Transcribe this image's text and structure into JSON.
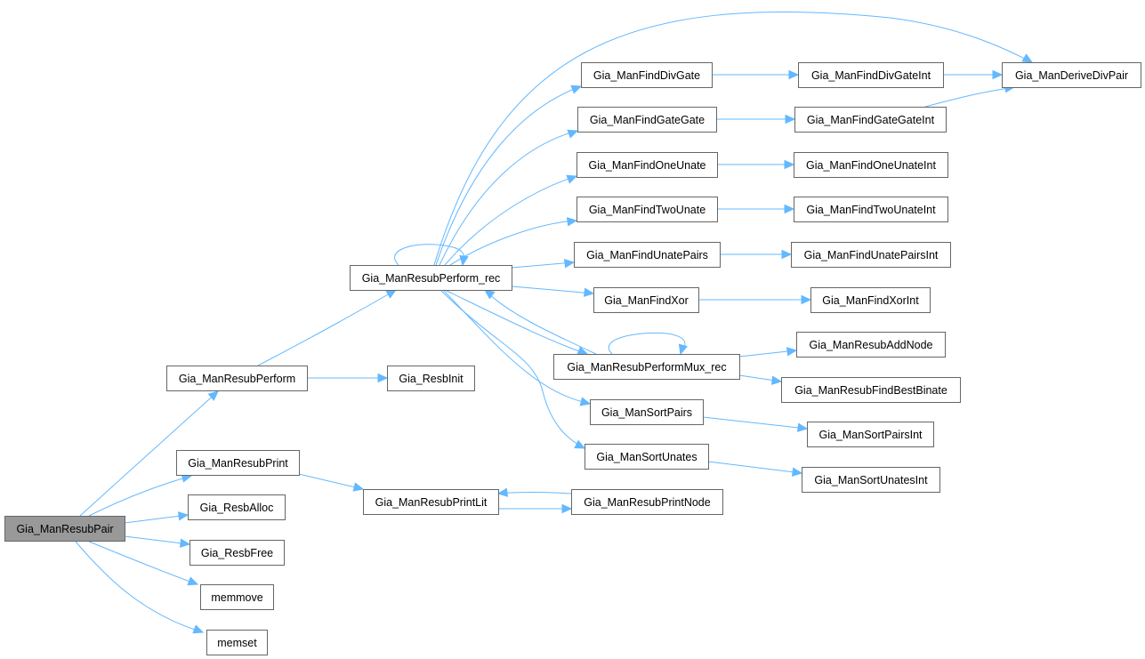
{
  "graph": {
    "title": "Gia_ManResubPair call graph",
    "edge_color": "#63b8ff",
    "node_border_color": "#666666",
    "root_fill_color": "#999999",
    "nodes": [
      {
        "id": "pair",
        "label": "Gia_ManResubPair",
        "root": true
      },
      {
        "id": "perform",
        "label": "Gia_ManResubPerform"
      },
      {
        "id": "print",
        "label": "Gia_ManResubPrint"
      },
      {
        "id": "alloc",
        "label": "Gia_ResbAlloc"
      },
      {
        "id": "free",
        "label": "Gia_ResbFree"
      },
      {
        "id": "memmove",
        "label": "memmove"
      },
      {
        "id": "memset",
        "label": "memset"
      },
      {
        "id": "rec",
        "label": "Gia_ManResubPerform_rec"
      },
      {
        "id": "init",
        "label": "Gia_ResbInit"
      },
      {
        "id": "printlit",
        "label": "Gia_ManResubPrintLit"
      },
      {
        "id": "printnode",
        "label": "Gia_ManResubPrintNode"
      },
      {
        "id": "divgate",
        "label": "Gia_ManFindDivGate"
      },
      {
        "id": "gategate",
        "label": "Gia_ManFindGateGate"
      },
      {
        "id": "oneunate",
        "label": "Gia_ManFindOneUnate"
      },
      {
        "id": "twounate",
        "label": "Gia_ManFindTwoUnate"
      },
      {
        "id": "unatepairs",
        "label": "Gia_ManFindUnatePairs"
      },
      {
        "id": "xor",
        "label": "Gia_ManFindXor"
      },
      {
        "id": "muxrec",
        "label": "Gia_ManResubPerformMux_rec"
      },
      {
        "id": "sortpairs",
        "label": "Gia_ManSortPairs"
      },
      {
        "id": "sortunates",
        "label": "Gia_ManSortUnates"
      },
      {
        "id": "divgateint",
        "label": "Gia_ManFindDivGateInt"
      },
      {
        "id": "gategateint",
        "label": "Gia_ManFindGateGateInt"
      },
      {
        "id": "oneunateint",
        "label": "Gia_ManFindOneUnateInt"
      },
      {
        "id": "twounateint",
        "label": "Gia_ManFindTwoUnateInt"
      },
      {
        "id": "unatepairsint",
        "label": "Gia_ManFindUnatePairsInt"
      },
      {
        "id": "xorint",
        "label": "Gia_ManFindXorInt"
      },
      {
        "id": "addnode",
        "label": "Gia_ManResubAddNode"
      },
      {
        "id": "bestbinate",
        "label": "Gia_ManResubFindBestBinate"
      },
      {
        "id": "sortpairsint",
        "label": "Gia_ManSortPairsInt"
      },
      {
        "id": "sortunatesint",
        "label": "Gia_ManSortUnatesInt"
      },
      {
        "id": "derivediv",
        "label": "Gia_ManDeriveDivPair"
      }
    ],
    "edges": [
      [
        "pair",
        "perform"
      ],
      [
        "pair",
        "print"
      ],
      [
        "pair",
        "alloc"
      ],
      [
        "pair",
        "free"
      ],
      [
        "pair",
        "memmove"
      ],
      [
        "pair",
        "memset"
      ],
      [
        "perform",
        "rec"
      ],
      [
        "perform",
        "init"
      ],
      [
        "print",
        "printlit"
      ],
      [
        "printlit",
        "printnode"
      ],
      [
        "printnode",
        "printlit"
      ],
      [
        "rec",
        "rec"
      ],
      [
        "rec",
        "derivediv"
      ],
      [
        "rec",
        "divgate"
      ],
      [
        "rec",
        "gategate"
      ],
      [
        "rec",
        "oneunate"
      ],
      [
        "rec",
        "twounate"
      ],
      [
        "rec",
        "unatepairs"
      ],
      [
        "rec",
        "xor"
      ],
      [
        "rec",
        "muxrec"
      ],
      [
        "rec",
        "sortpairs"
      ],
      [
        "rec",
        "sortunates"
      ],
      [
        "muxrec",
        "rec"
      ],
      [
        "muxrec",
        "muxrec"
      ],
      [
        "muxrec",
        "addnode"
      ],
      [
        "muxrec",
        "bestbinate"
      ],
      [
        "divgate",
        "divgateint"
      ],
      [
        "gategate",
        "gategateint"
      ],
      [
        "oneunate",
        "oneunateint"
      ],
      [
        "twounate",
        "twounateint"
      ],
      [
        "unatepairs",
        "unatepairsint"
      ],
      [
        "xor",
        "xorint"
      ],
      [
        "sortpairs",
        "sortpairsint"
      ],
      [
        "sortunates",
        "sortunatesint"
      ],
      [
        "divgateint",
        "derivediv"
      ],
      [
        "gategateint",
        "derivediv"
      ]
    ]
  }
}
